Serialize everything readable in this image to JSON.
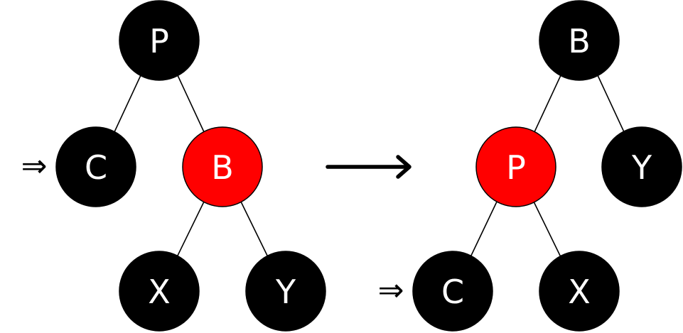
{
  "colors": {
    "black_node": "#000000",
    "red_node": "#ff0000",
    "label": "#ffffff",
    "edge": "#000000"
  },
  "before_tree": {
    "nodes": {
      "p": {
        "label": "P",
        "color": "black"
      },
      "c": {
        "label": "C",
        "color": "black"
      },
      "b": {
        "label": "B",
        "color": "red"
      },
      "x": {
        "label": "X",
        "color": "black"
      },
      "y": {
        "label": "Y",
        "color": "black"
      }
    },
    "pointer_label": "⇒",
    "pointer_target": "C"
  },
  "after_tree": {
    "nodes": {
      "b": {
        "label": "B",
        "color": "black"
      },
      "p": {
        "label": "P",
        "color": "red"
      },
      "y": {
        "label": "Y",
        "color": "black"
      },
      "c": {
        "label": "C",
        "color": "black"
      },
      "x": {
        "label": "X",
        "color": "black"
      }
    },
    "pointer_label": "⇒",
    "pointer_target": "C"
  },
  "transition_arrow": "right-arrow-icon"
}
